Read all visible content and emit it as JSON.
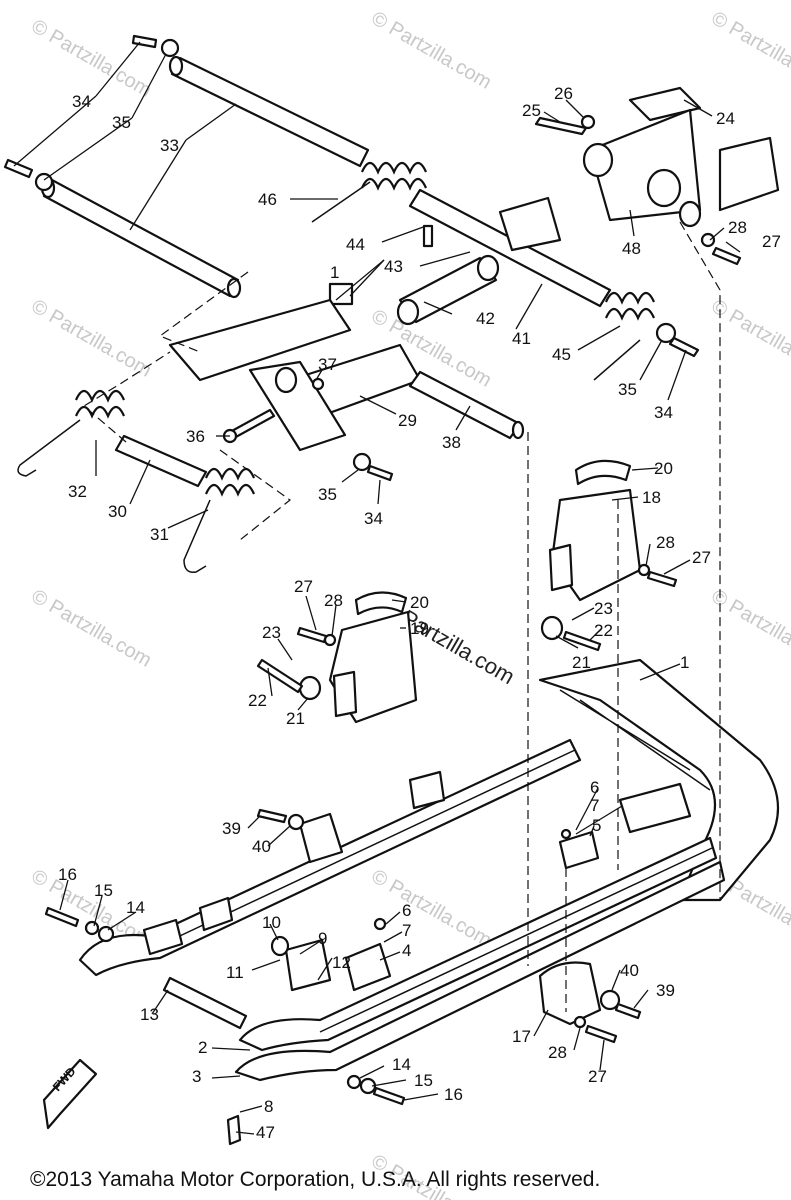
{
  "copyright": "©2013  Yamaha Motor Corporation, U.S.A. All rights reserved.",
  "watermark": "© Partzilla.com",
  "watermark_center": "Partzilla.com",
  "fwd_label": "FWD",
  "callouts": {
    "c34a": "34",
    "c35a": "35",
    "c33": "33",
    "c46": "46",
    "c44": "44",
    "c43": "43",
    "c42": "42",
    "c41": "41",
    "c45": "45",
    "c35b": "35",
    "c34b": "34",
    "c25": "25",
    "c26": "26",
    "c24": "24",
    "c28a": "28",
    "c27a": "27",
    "c48": "48",
    "c37": "37",
    "c29": "29",
    "c36": "36",
    "c38": "38",
    "c32": "32",
    "c30": "30",
    "c31": "31",
    "c35c": "35",
    "c34c": "34",
    "c20a": "20",
    "c18": "18",
    "c28b": "28",
    "c27b": "27",
    "c23a": "23",
    "c22a": "22",
    "c21a": "21",
    "c27c": "27",
    "c28c": "28",
    "c20b": "20",
    "c19": "19",
    "c23b": "23",
    "c22b": "22",
    "c21b": "21",
    "c1a": "1",
    "c1b": "1",
    "c6a": "6",
    "c7a": "7",
    "c5": "5",
    "c39a": "39",
    "c40a": "40",
    "c16a": "16",
    "c15a": "15",
    "c14a": "14",
    "c10": "10",
    "c9": "9",
    "c6b": "6",
    "c7b": "7",
    "c4": "4",
    "c11": "11",
    "c12": "12",
    "c13": "13",
    "c40b": "40",
    "c39b": "39",
    "c17": "17",
    "c28d": "28",
    "c27d": "27",
    "c2": "2",
    "c14b": "14",
    "c3": "3",
    "c15b": "15",
    "c16b": "16",
    "c8": "8",
    "c47": "47"
  }
}
